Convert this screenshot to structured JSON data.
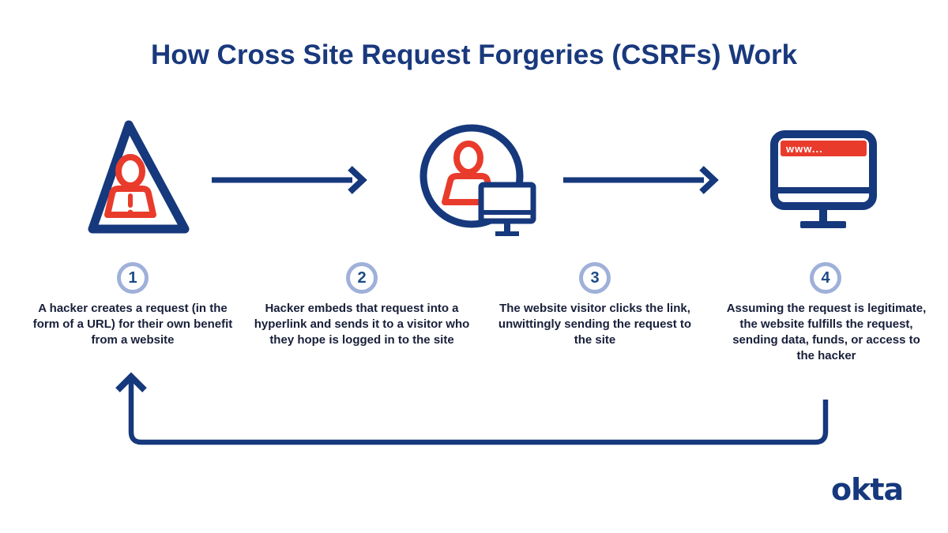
{
  "title": "How Cross Site Request Forgeries (CSRFs) Work",
  "brand": "okta",
  "colors": {
    "navy": "#16387c",
    "title": "#19397d",
    "red": "#e93b2c",
    "ring": "#9fb0d9",
    "caption": "#181f3a",
    "step_number": "#1d4a85",
    "background": "#ffffff"
  },
  "browser": {
    "address_label": "www..."
  },
  "icons": [
    {
      "name": "hacker-warning-icon",
      "meaning": "hacker inside warning triangle"
    },
    {
      "name": "visitor-computer-icon",
      "meaning": "website visitor with computer"
    },
    {
      "name": "browser-window-icon",
      "meaning": "website on monitor"
    }
  ],
  "steps": [
    {
      "number": "1",
      "text": "A hacker creates a request (in the form of a URL) for their own benefit from a website"
    },
    {
      "number": "2",
      "text": "Hacker embeds that request into a hyperlink and sends it to a visitor who they hope is logged in to the site"
    },
    {
      "number": "3",
      "text": "The website visitor clicks the link, unwittingly sending the request to the site"
    },
    {
      "number": "4",
      "text": "Assuming the request is legitimate, the website fulfills the request, sending data, funds, or access to the hacker"
    }
  ]
}
